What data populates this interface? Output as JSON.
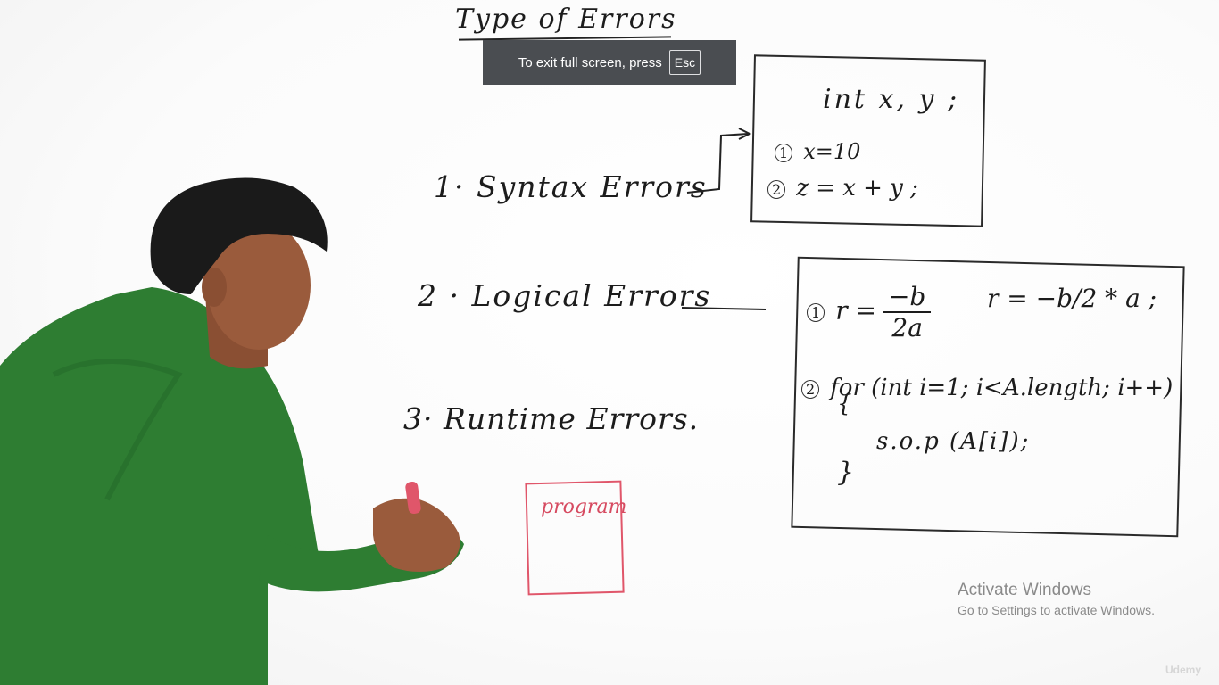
{
  "board": {
    "title": "Type of Errors",
    "items": [
      {
        "label": "1· Syntax Errors"
      },
      {
        "label": "2 · Logical Errors"
      },
      {
        "label": "3· Runtime Errors."
      }
    ],
    "syntax_box": {
      "decl": "int x, y ;",
      "line1_marker": "1",
      "line1": "x=10",
      "line2_marker": "2",
      "line2": "z = x + y ;"
    },
    "logical_box": {
      "line1_marker": "1",
      "formula_lhs": "r =",
      "formula_num": "−b",
      "formula_den": "2a",
      "formula_code": "r = −b/2 * a ;",
      "line2_marker": "2",
      "loop_head": "for (int i=1; i<A.length; i++)",
      "open_brace": "{",
      "loop_body": "s.o.p (A[i]);",
      "close_brace": "}"
    },
    "program_label": "program",
    "marker_color": "#e0566a"
  },
  "fullscreen_toast": {
    "text": "To exit full screen, press",
    "key": "Esc"
  },
  "activation_watermark": {
    "title": "Activate Windows",
    "subtitle": "Go to Settings to activate Windows."
  },
  "brand": "Udemy",
  "colors": {
    "shirt": "#2e7d32",
    "skin": "#9a5b3c",
    "hair": "#1a1a1a",
    "toast_bg": "#4a4d51"
  }
}
